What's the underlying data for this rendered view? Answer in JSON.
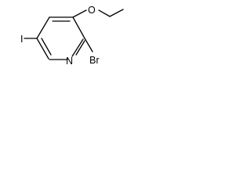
{
  "molecule": {
    "atoms": {
      "nitrogen": "N",
      "bromine": "Br",
      "iodine": "I",
      "oxygen": "O"
    }
  },
  "colors": {
    "background": "#ffffff",
    "ink": "#000000"
  }
}
